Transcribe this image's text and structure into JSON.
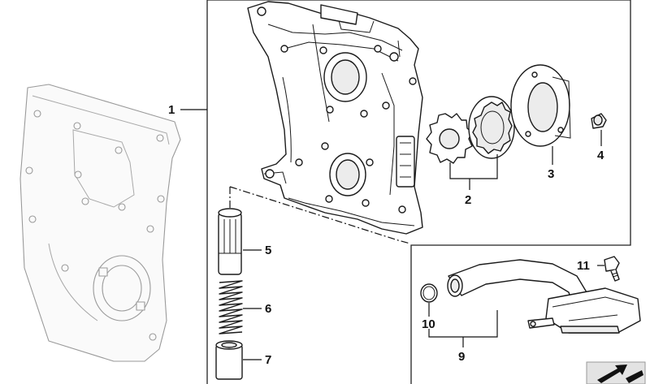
{
  "callouts": {
    "c1": "1",
    "c2": "2",
    "c3": "3",
    "c4": "4",
    "c5": "5",
    "c6": "6",
    "c7": "7",
    "c9": "9",
    "c10": "10",
    "c11": "11"
  },
  "parts": [
    {
      "id": "timing-case-cover",
      "callout": "1"
    },
    {
      "id": "oil-pump-rotor-set",
      "callout": "2"
    },
    {
      "id": "oil-pump-cover",
      "callout": "3"
    },
    {
      "id": "screw",
      "callout": "4"
    },
    {
      "id": "piston",
      "callout": "5"
    },
    {
      "id": "compression-spring",
      "callout": "6"
    },
    {
      "id": "sleeve",
      "callout": "7"
    },
    {
      "id": "oil-intake-pipe",
      "callout": "9"
    },
    {
      "id": "o-ring",
      "callout": "10"
    },
    {
      "id": "bolt",
      "callout": "11"
    }
  ],
  "icons": {
    "corner": "navigation-arrow-icon"
  },
  "colors": {
    "line": "#1a1a1a",
    "ghost": "#9a9a9a",
    "corner_box": "#e3e3e3"
  }
}
